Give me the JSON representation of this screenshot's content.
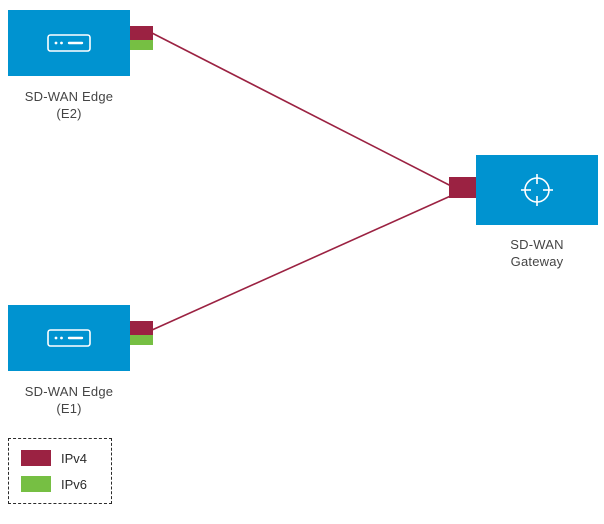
{
  "diagram": {
    "nodes": {
      "edge_e2": {
        "name": "SD-WAN Edge",
        "id": "(E2)"
      },
      "edge_e1": {
        "name": "SD-WAN Edge",
        "id": "(E1)"
      },
      "gateway": {
        "name": "SD-WAN",
        "id": "Gateway"
      }
    },
    "legend": {
      "items": [
        {
          "label": "IPv4",
          "color": "#9b2242"
        },
        {
          "label": "IPv6",
          "color": "#76bf43"
        }
      ]
    },
    "colors": {
      "node_fill": "#0093d0",
      "ipv4": "#9b2242",
      "ipv6": "#76bf43",
      "link_line": "#9b2242"
    },
    "icons": {
      "edge": "edge-appliance-icon",
      "gateway": "gateway-crosshair-icon"
    }
  }
}
